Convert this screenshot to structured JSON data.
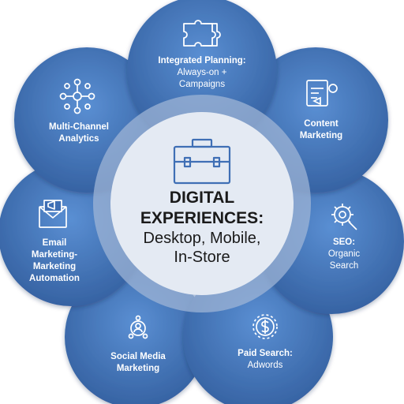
{
  "center": {
    "title_line1": "DIGITAL",
    "title_line2": "EXPERIENCES:",
    "subtitle_line1": "Desktop, Mobile,",
    "subtitle_line2": "In-Store",
    "icon": "briefcase-icon"
  },
  "petals": {
    "integrated_planning": {
      "line1": "Integrated Planning:",
      "line2": "Always-on +",
      "line3": "Campaigns",
      "icon": "puzzle-icon"
    },
    "content_marketing": {
      "line1": "Content",
      "line2": "Marketing",
      "icon": "content-document-icon"
    },
    "seo": {
      "line1": "SEO:",
      "line2": "Organic",
      "line3": "Search",
      "icon": "gear-search-icon"
    },
    "paid_search": {
      "line1": "Paid Search:",
      "line2": "Adwords",
      "icon": "dollar-coin-icon"
    },
    "social_media": {
      "line1": "Social Media",
      "line2": "Marketing",
      "icon": "social-media-icon"
    },
    "email_marketing": {
      "line1": "Email",
      "line2": "Marketing-",
      "line3": "Marketing",
      "line4": "Automation",
      "icon": "email-megaphone-icon"
    },
    "analytics": {
      "line1": "Multi-Channel",
      "line2": "Analytics",
      "icon": "network-nodes-icon"
    }
  },
  "colors": {
    "petal_fill": "#3f6fb5",
    "petal_light": "#5285c9",
    "center_ring": "#9db4d6",
    "center_fill": "#e4eaf3",
    "icon_center": "#3f6fb5"
  }
}
